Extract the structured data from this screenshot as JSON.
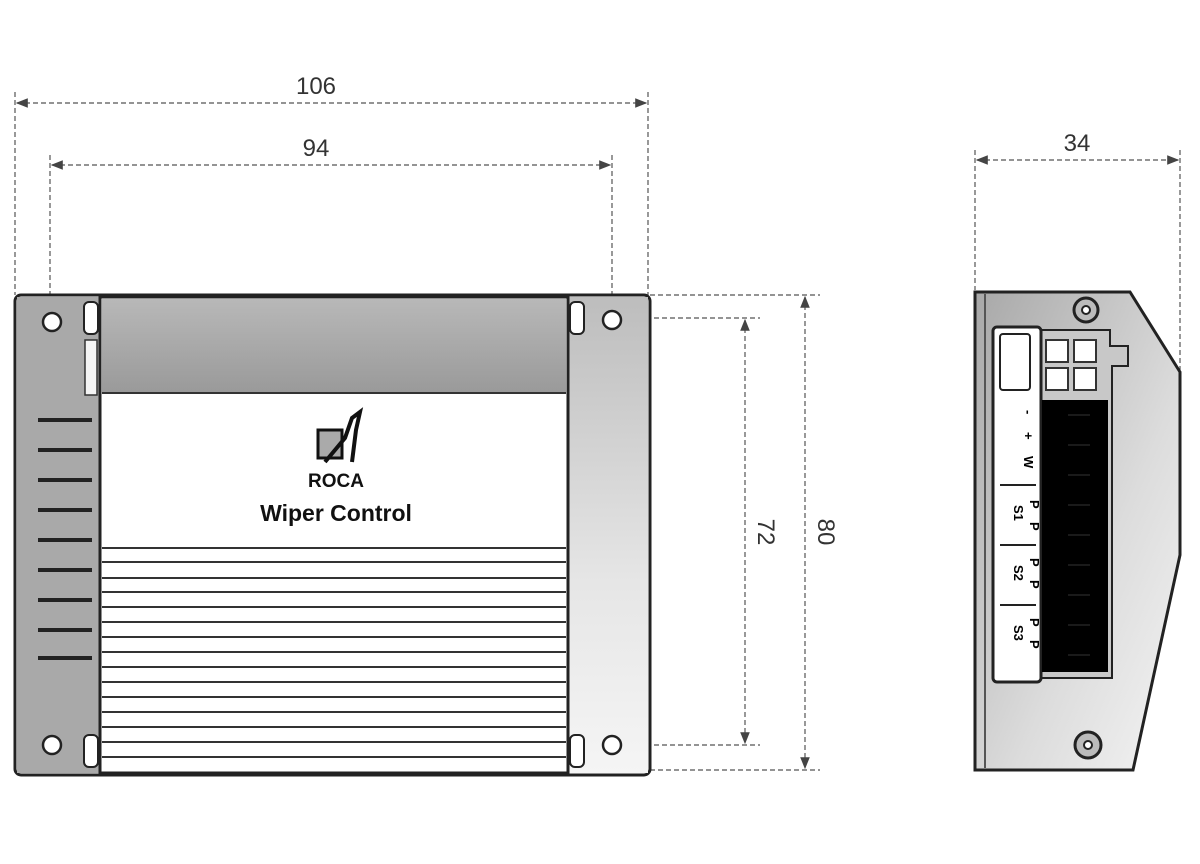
{
  "dimensions": {
    "overall_width": "106",
    "hole_spacing_width": "94",
    "hole_spacing_height": "72",
    "overall_height": "80",
    "depth": "34"
  },
  "label": {
    "brand": "ROCA",
    "product": "Wiper Control"
  },
  "terminals": [
    "-",
    "+",
    "W",
    "P",
    "P",
    "S1",
    "P",
    "P",
    "S2",
    "P",
    "P",
    "S3"
  ],
  "colors": {
    "body_gray": "#a9a9a9",
    "outline": "#222222",
    "connector_black": "#000000"
  }
}
